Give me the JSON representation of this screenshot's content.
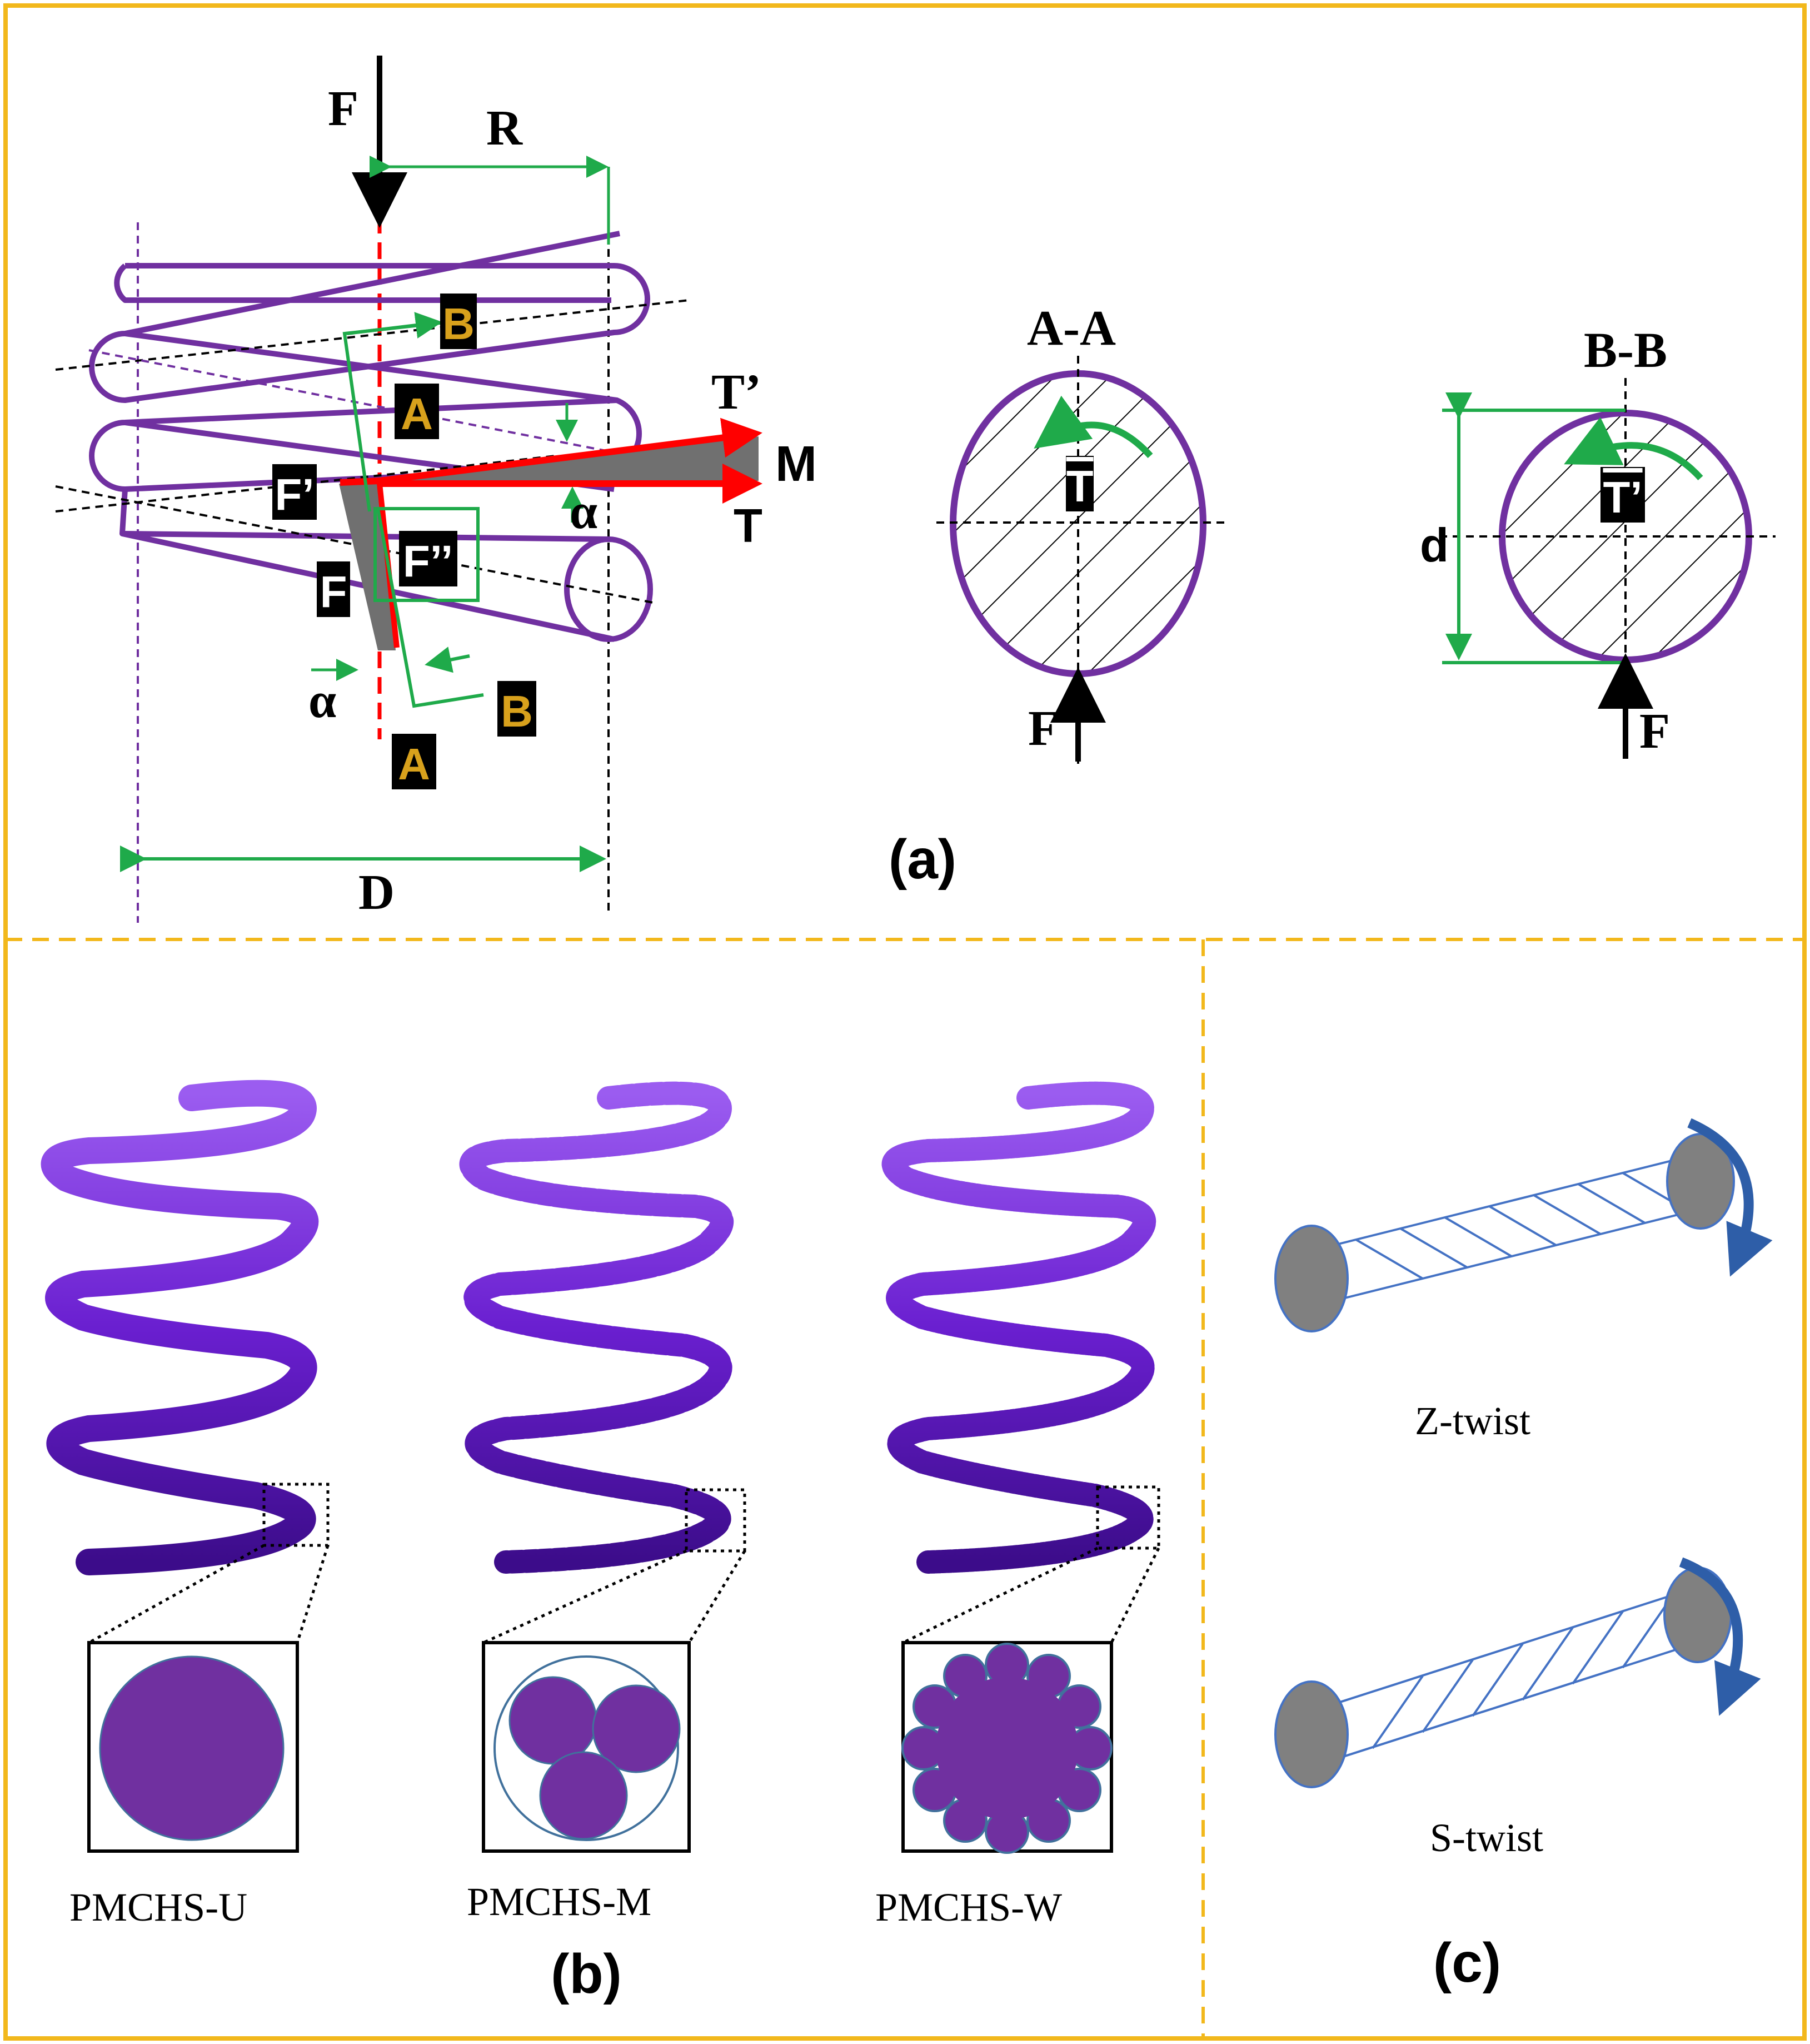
{
  "colors": {
    "frame": "#f2b81c",
    "coil": "#7030a0",
    "dim": "#1faa4a",
    "force": "#ff0000",
    "badge_bg": "#000000",
    "badge_gold": "#d8a11c",
    "twist_line": "#4472c4",
    "twist_end": "#808080",
    "arrow_blue": "#2e5ea8"
  },
  "panel_a": {
    "caption": "(a)",
    "force_F": "F",
    "radius_R": "R",
    "diameter_D": "D",
    "torque_T_prime": "T’",
    "moment_M": "M",
    "torque_T": "T",
    "alpha_right": "α",
    "alpha_left": "α",
    "badge_B_top": "B",
    "badge_A_top": "A",
    "badge_F_prime": "F’",
    "badge_F_double": "F’’",
    "badge_F": "F",
    "badge_B_bottom": "B",
    "badge_A_bottom": "A",
    "section_AA": {
      "title": "A-A",
      "torque_badge": "T",
      "force": "F"
    },
    "section_BB": {
      "title": "B-B",
      "torque_badge": "T’",
      "force": "F",
      "diameter": "d"
    }
  },
  "panel_b": {
    "caption": "(b)",
    "springs": [
      {
        "label": "PMCHS-U",
        "section": "solid-circle"
      },
      {
        "label": "PMCHS-M",
        "section": "three-strand"
      },
      {
        "label": "PMCHS-W",
        "section": "scalloped"
      }
    ]
  },
  "panel_c": {
    "caption": "(c)",
    "twists": [
      {
        "label": "Z-twist"
      },
      {
        "label": "S-twist"
      }
    ]
  },
  "icons": [
    "curved-arrow-icon",
    "dimension-arrow-icon",
    "force-arrow-icon"
  ]
}
